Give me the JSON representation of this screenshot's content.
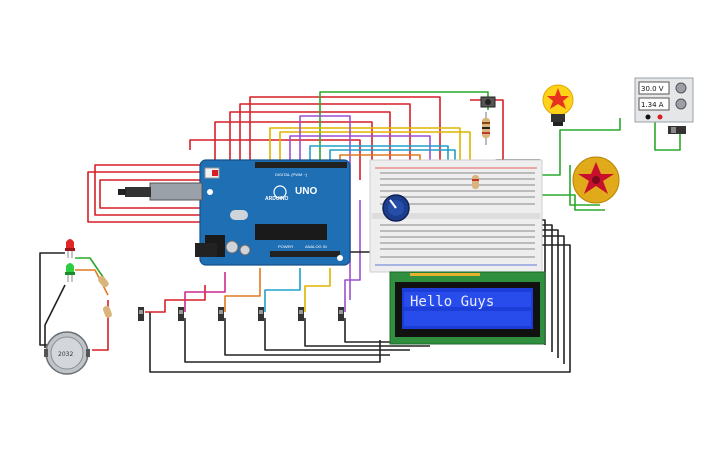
{
  "arduino": {
    "logo": "UNO",
    "brand": "ARDUINO",
    "digital_label": "DIGITAL (PWM ~)",
    "power_label": "POWER",
    "analog_label": "ANALOG IN"
  },
  "lcd": {
    "text": "Hello Guys"
  },
  "power_supply": {
    "voltage": "30.0 V",
    "current": "1.34 A"
  },
  "coin_cell": {
    "label": "2032"
  },
  "colors": {
    "board": "#1f6fb5",
    "lcd_frame": "#2f8f3e",
    "lcd_screen": "#1d3dd8",
    "lcd_text": "#e8ecff",
    "bulb": "#ffd21a",
    "buzzer": "#c8102e"
  },
  "icons": [
    "arduino-board-icon",
    "usb-connector-icon",
    "dc-jack-icon",
    "lcd-icon",
    "potentiometer-icon",
    "pushbutton-icon",
    "light-bulb-icon",
    "buzzer-icon",
    "power-supply-icon",
    "led-icon",
    "coin-cell-icon",
    "slide-switch-icon"
  ]
}
